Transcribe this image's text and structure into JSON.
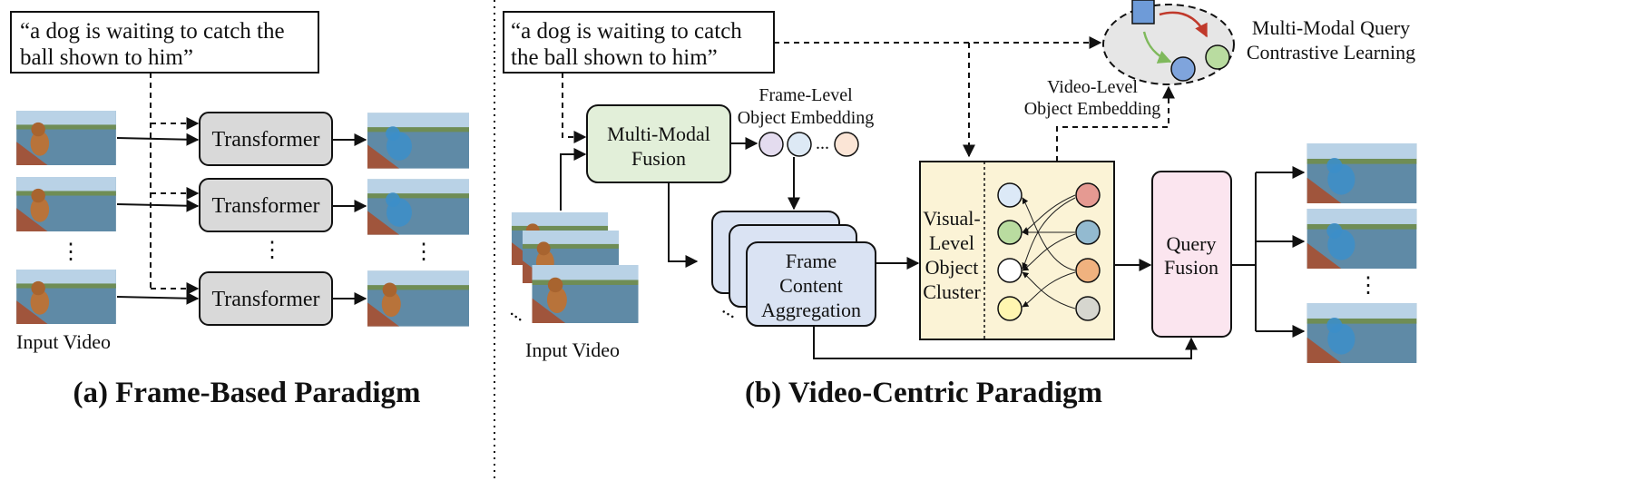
{
  "left": {
    "query_line1": "“a dog is waiting to catch the",
    "query_line2": "ball shown to him”",
    "transformer_label": "Transformer",
    "input_video_label": "Input Video",
    "ellipsis": "⋮",
    "caption": "(a) Frame-Based Paradigm"
  },
  "right": {
    "query_line1": "“a dog is waiting to catch",
    "query_line2": "the ball shown to him”",
    "mmf_line1": "Multi-Modal",
    "mmf_line2": "Fusion",
    "frame_level_line1": "Frame-Level",
    "frame_level_line2": "Object Embedding",
    "dots": "...",
    "fca_line1": "Frame",
    "fca_line2": "Content",
    "fca_line3": "Aggregation",
    "visual_line1": "Visual-",
    "visual_line2": "Level",
    "visual_line3": "Object",
    "visual_line4": "Cluster",
    "video_level_line1": "Video-Level",
    "video_level_line2": "Object Embedding",
    "contrastive_line1": "Multi-Modal Query",
    "contrastive_line2": "Contrastive Learning",
    "query_fusion_line1": "Query",
    "query_fusion_line2": "Fusion",
    "input_video_label": "Input Video",
    "ellipsis": "⋮",
    "caption": "(b) Video-Centric Paradigm"
  },
  "colors": {
    "transformer_fill": "#d9d9d9",
    "mmf_fill": "#e2efd9",
    "fca_fill": "#dae3f3",
    "cluster_fill": "#fbf3d6",
    "query_fusion_fill": "#fbe5ef",
    "contrastive_ellipse": "#e6e6e6",
    "embed_purple": "#e4dcef",
    "embed_blue": "#dde9f5",
    "embed_peach": "#fbe5d6",
    "node_blue": "#dce9f7",
    "node_green": "#b9dca0",
    "node_white": "#ffffff",
    "node_yellow": "#fff6b0",
    "node_red": "#e59a92",
    "node_teal": "#93bad0",
    "node_orange": "#f0b27f",
    "node_gray": "#d6d6cf",
    "arrow_red": "#c0392b",
    "arrow_green": "#7fb95c",
    "query_blue": "#6e9bd8",
    "sky": "#a9c7df",
    "water": "#5f8aa6",
    "dock": "#a0553c",
    "dog": "#b8733a",
    "mask": "#3c8ec9"
  }
}
